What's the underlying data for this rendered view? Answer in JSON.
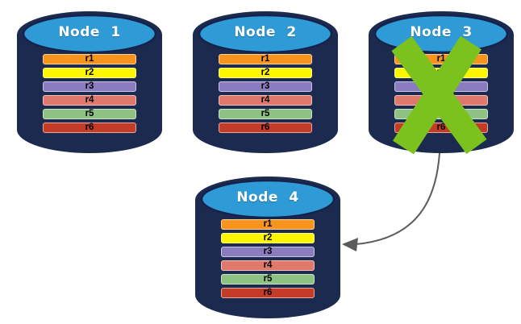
{
  "diagram": {
    "nodes": [
      {
        "label": "Node 1",
        "rows": [
          "r1",
          "r2",
          "r3",
          "r4",
          "r5",
          "r6"
        ],
        "crossed_out": false
      },
      {
        "label": "Node 2",
        "rows": [
          "r1",
          "r2",
          "r3",
          "r4",
          "r5",
          "r6"
        ],
        "crossed_out": false
      },
      {
        "label": "Node 3",
        "rows": [
          "r1",
          "r2",
          "r3",
          "r4",
          "r5",
          "r6"
        ],
        "crossed_out": true
      },
      {
        "label": "Node 4",
        "rows": [
          "r1",
          "r2",
          "r3",
          "r4",
          "r5",
          "r6"
        ],
        "crossed_out": false
      }
    ],
    "arrow": {
      "from": "Node 3",
      "to": "Node 4"
    },
    "colors": {
      "cylinder_body": "#1B2A4E",
      "cylinder_top": "#2E9AD6",
      "cylinder_top_stroke": "#16224A",
      "row_colors": [
        "#F7941E",
        "#FCF600",
        "#8B7CC0",
        "#E0796B",
        "#8DC283",
        "#C43C28"
      ],
      "cross": "#7CC21E",
      "arrow": "#5B5B5B"
    }
  }
}
